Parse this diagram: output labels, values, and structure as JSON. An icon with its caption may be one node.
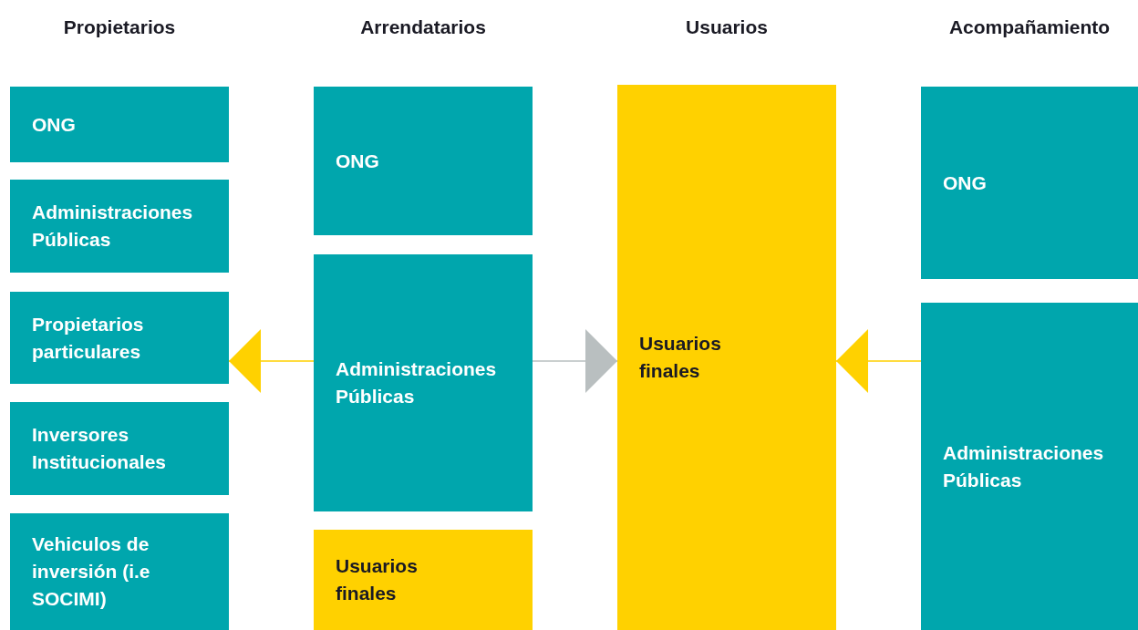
{
  "diagram": {
    "nodes": [
      {
        "text": [
          "ONG"
        ]
      },
      {
        "text": [
          "Administraciones Públicas"
        ]
      },
      {
        "text": [
          "Propietarios particulares"
        ]
      },
      {
        "text": [
          "Inversores Institucionales"
        ]
      },
      {
        "text": [
          "Vehiculos de inversión (i.e SOCIMI)"
        ]
      },
      {
        "text": [
          "ONG"
        ]
      },
      {
        "text": [
          "Administraciones Públicas"
        ]
      },
      {
        "text": [
          "Usuarios finales"
        ]
      },
      {
        "text": [
          "Usuarios finales"
        ]
      },
      {
        "text": [
          "ONG"
        ]
      },
      {
        "text": [
          "Administraciones Públicas"
        ]
      }
    ],
    "edges": [
      {
        "from": 6,
        "to": 2,
        "arrow": "to"
      },
      {
        "from": 6,
        "to": 8,
        "arrow": "to",
        "color": "#b9bfc0"
      },
      {
        "from": 10,
        "to": 8,
        "arrow": "to"
      }
    ],
    "labels": [
      "Propietarios",
      "Arrendatarios",
      "Usuarios",
      "Acompañamiento"
    ]
  }
}
